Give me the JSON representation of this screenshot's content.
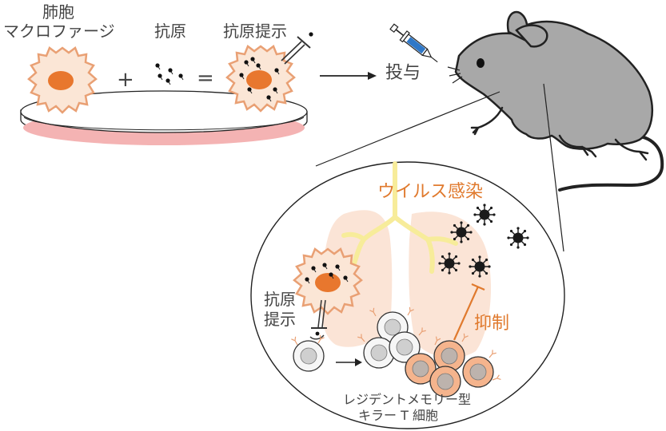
{
  "labels": {
    "macrophage_line1": "肺胞",
    "macrophage_line2": "マクロファージ",
    "antigen": "抗原",
    "antigen_presentation": "抗原提示",
    "plus": "+",
    "equals": "=",
    "administration": "投与",
    "viral_infection": "ウイルス感染",
    "suppression": "抑制",
    "inset_antigen_line1": "抗原",
    "inset_antigen_line2": "提示",
    "trm_line1": "レジデントメモリー型",
    "trm_line2": "キラー T 細胞"
  },
  "colors": {
    "macrophage_fill": "#fbe6d6",
    "macrophage_outline": "#e9a074",
    "nucleus": "#e8772e",
    "dish_fill": "#f4b3b3",
    "lung": "#fbe4d6",
    "airway": "#f7ec9a",
    "virus": "#1a1a1a",
    "accent_text": "#e07a2e",
    "inactive_tcell": "#e9e9e9",
    "active_tcell": "#f5b48d",
    "mouse": "#a8a8a8",
    "outline": "#222222"
  }
}
